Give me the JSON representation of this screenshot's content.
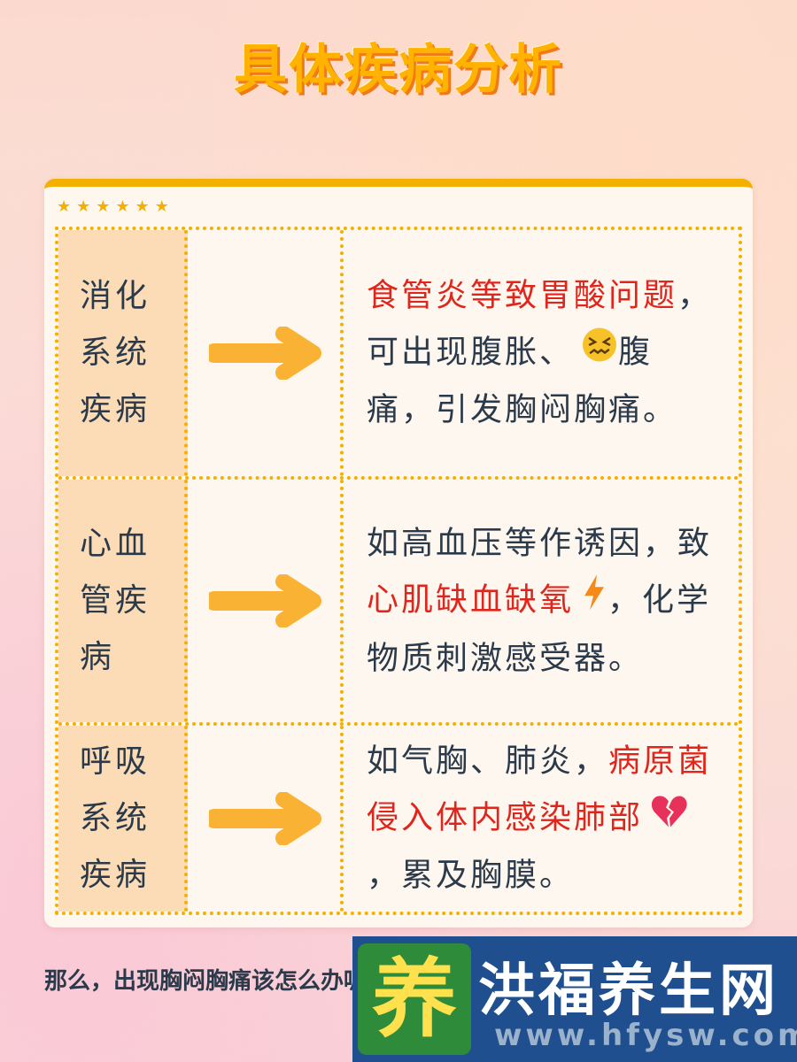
{
  "title": "具体疾病分析",
  "stars": "★★★★★★",
  "rows": [
    {
      "category": "消化系统疾病",
      "desc_parts": [
        {
          "text": "食管炎等致胃酸问题",
          "color": "red"
        },
        {
          "text": "，可出现腹胀、",
          "color": "normal"
        },
        {
          "text": "腹痛，引发胸闷胸痛。",
          "color": "normal"
        }
      ],
      "emoji": "confounded-face-icon"
    },
    {
      "category": "心血管疾病",
      "desc_parts": [
        {
          "text": "如高血压等作诱因，致",
          "color": "normal"
        },
        {
          "text": "心肌缺血缺氧",
          "color": "red"
        },
        {
          "text": "，化学物质刺激感受器。",
          "color": "normal"
        }
      ],
      "emoji": "lightning-icon"
    },
    {
      "category": "呼吸系统疾病",
      "desc_parts": [
        {
          "text": "如气胸、肺炎，",
          "color": "normal"
        },
        {
          "text": "病原菌侵入体内感染肺部",
          "color": "red"
        },
        {
          "text": "，累及胸膜。",
          "color": "normal"
        }
      ],
      "emoji": "broken-heart-icon"
    }
  ],
  "bottom_text": "那么，出现胸闷胸痛该怎么办呢？",
  "watermark": {
    "logo_char": "养",
    "name": "洪福养生网",
    "url": "www.hfysw.com"
  },
  "colors": {
    "accent": "#f4b000",
    "title_fill": "#ffb300",
    "title_shadow": "#f07a1a",
    "highlight": "#e0261c",
    "text": "#2b3a4a",
    "category_bg": "#fcdcb6",
    "watermark_bg": "#1f4f8f"
  }
}
